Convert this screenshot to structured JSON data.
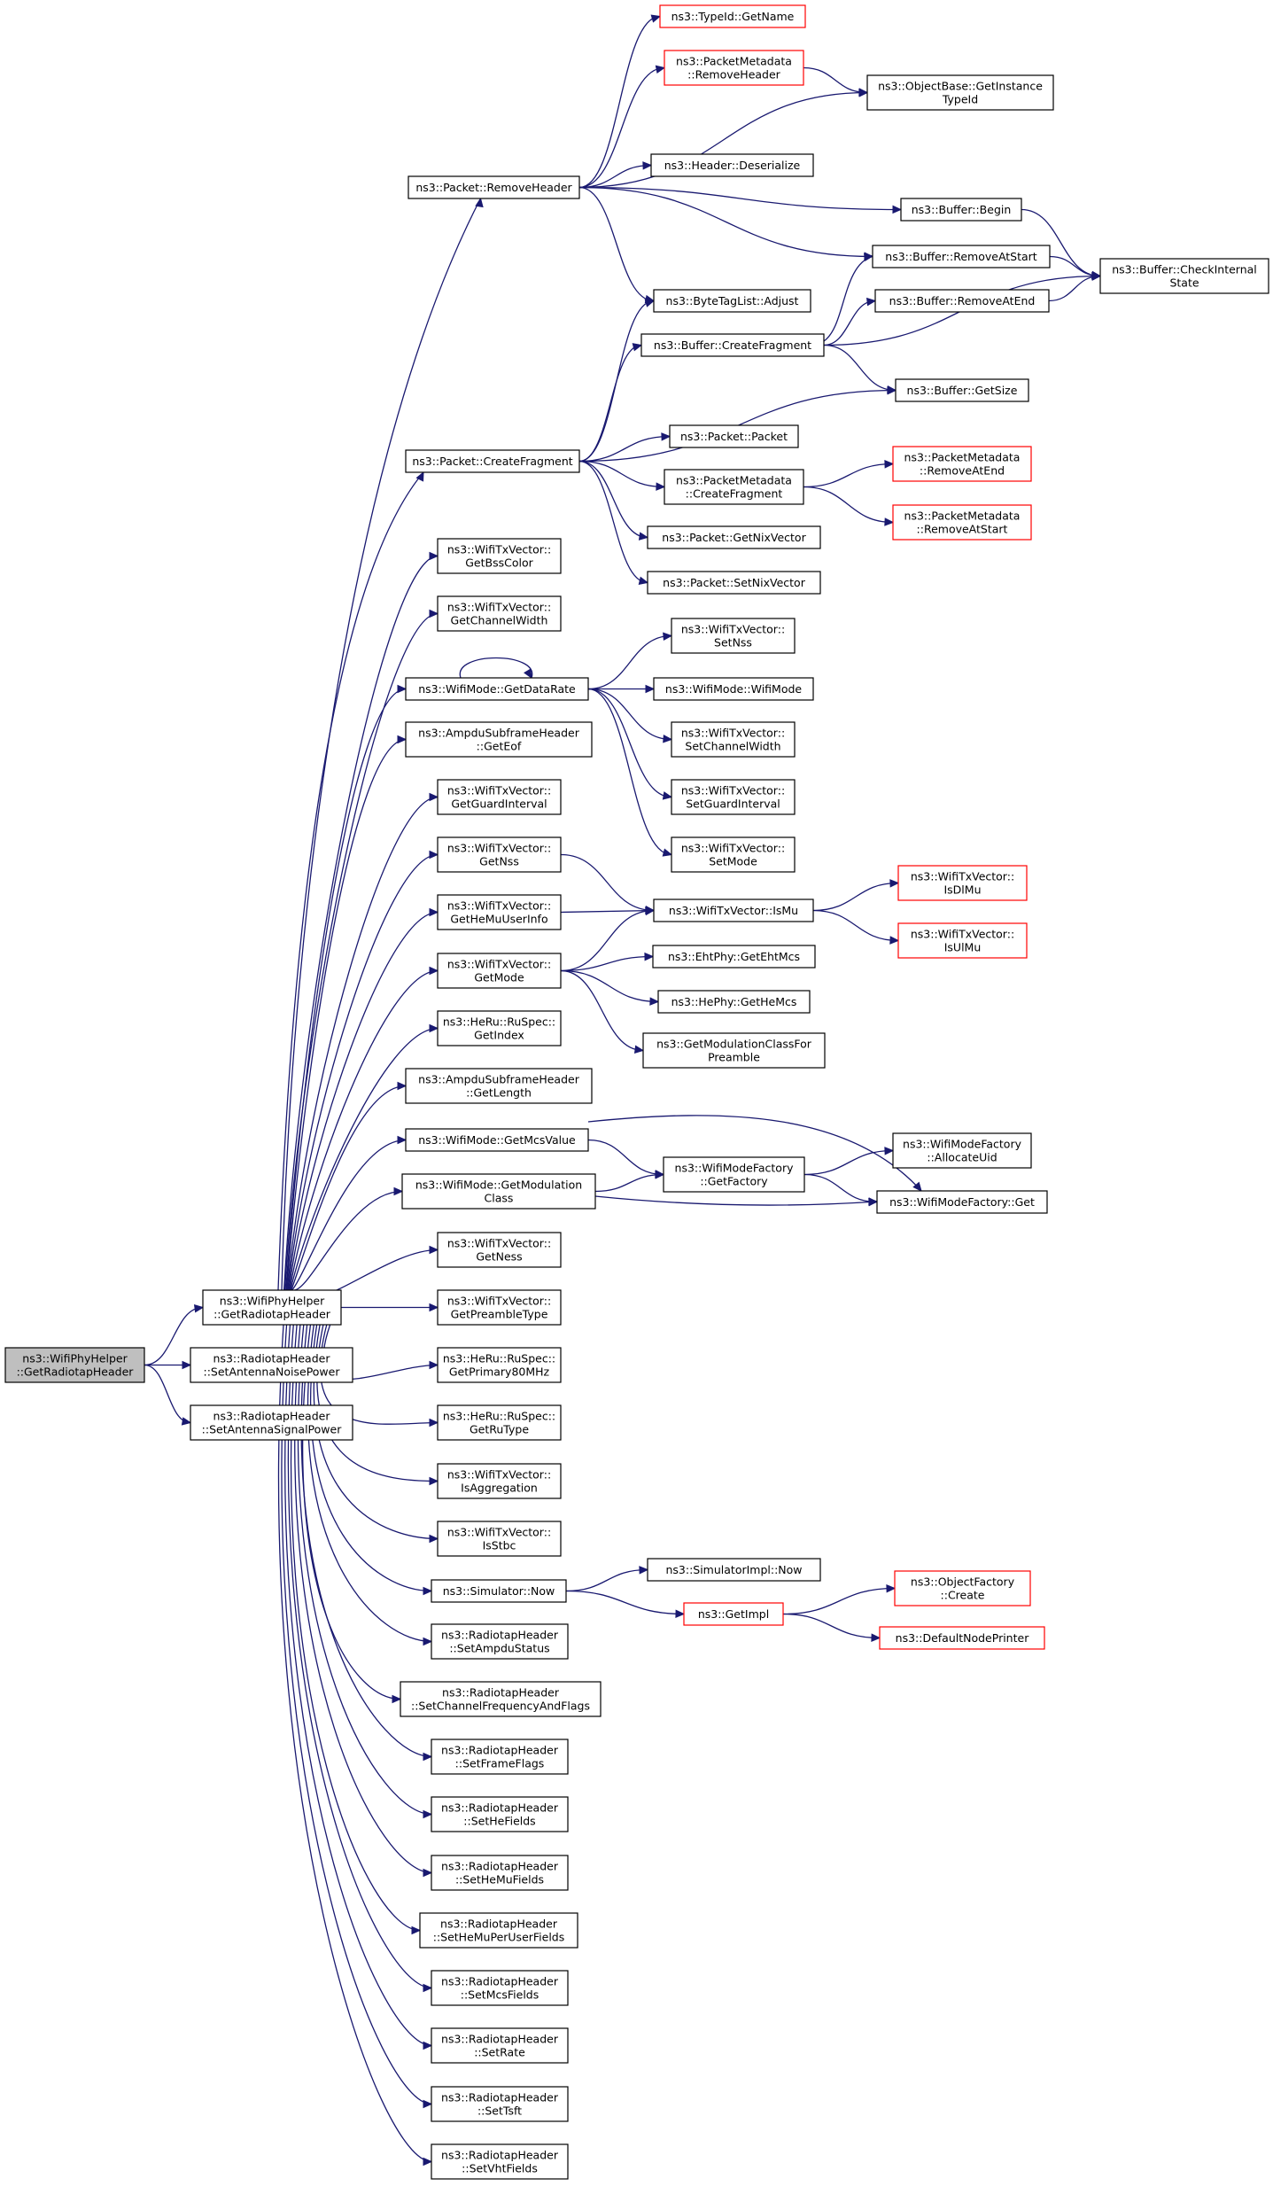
{
  "diagram": {
    "type": "call-graph",
    "colors": {
      "edge": "#191970",
      "node_border": "#000000",
      "truncated_border": "#ff0000",
      "root_fill": "#bfbfbf"
    },
    "nodes": [
      {
        "id": "root",
        "lines": [
          "ns3::WifiPhyHelper",
          "::GetRadiotapHeader"
        ],
        "style": "root"
      },
      {
        "id": "phy_grh",
        "lines": [
          "ns3::WifiPhyHelper",
          "::GetRadiotapHeader"
        ]
      },
      {
        "id": "rth_sanp",
        "lines": [
          "ns3::RadiotapHeader",
          "::SetAntennaNoisePower"
        ]
      },
      {
        "id": "rth_sasp",
        "lines": [
          "ns3::RadiotapHeader",
          "::SetAntennaSignalPower"
        ]
      },
      {
        "id": "pkt_rh",
        "lines": [
          "ns3::Packet::RemoveHeader"
        ]
      },
      {
        "id": "pkt_cf",
        "lines": [
          "ns3::Packet::CreateFragment"
        ]
      },
      {
        "id": "txv_bss",
        "lines": [
          "ns3::WifiTxVector::",
          "GetBssColor"
        ]
      },
      {
        "id": "txv_cw",
        "lines": [
          "ns3::WifiTxVector::",
          "GetChannelWidth"
        ]
      },
      {
        "id": "wm_dr",
        "lines": [
          "ns3::WifiMode::GetDataRate"
        ]
      },
      {
        "id": "ampdu_eof",
        "lines": [
          "ns3::AmpduSubframeHeader",
          "::GetEof"
        ]
      },
      {
        "id": "txv_gi",
        "lines": [
          "ns3::WifiTxVector::",
          "GetGuardInterval"
        ]
      },
      {
        "id": "txv_nss",
        "lines": [
          "ns3::WifiTxVector::",
          "GetNss"
        ]
      },
      {
        "id": "txv_hmui",
        "lines": [
          "ns3::WifiTxVector::",
          "GetHeMuUserInfo"
        ]
      },
      {
        "id": "txv_mode",
        "lines": [
          "ns3::WifiTxVector::",
          "GetMode"
        ]
      },
      {
        "id": "ru_idx",
        "lines": [
          "ns3::HeRu::RuSpec::",
          "GetIndex"
        ]
      },
      {
        "id": "ampdu_len",
        "lines": [
          "ns3::AmpduSubframeHeader",
          "::GetLength"
        ]
      },
      {
        "id": "wm_mcs",
        "lines": [
          "ns3::WifiMode::GetMcsValue"
        ]
      },
      {
        "id": "wm_mc",
        "lines": [
          "ns3::WifiMode::GetModulation",
          "Class"
        ]
      },
      {
        "id": "txv_ness",
        "lines": [
          "ns3::WifiTxVector::",
          "GetNess"
        ]
      },
      {
        "id": "txv_pt",
        "lines": [
          "ns3::WifiTxVector::",
          "GetPreambleType"
        ]
      },
      {
        "id": "ru_p80",
        "lines": [
          "ns3::HeRu::RuSpec::",
          "GetPrimary80MHz"
        ]
      },
      {
        "id": "ru_type",
        "lines": [
          "ns3::HeRu::RuSpec::",
          "GetRuType"
        ]
      },
      {
        "id": "txv_agg",
        "lines": [
          "ns3::WifiTxVector::",
          "IsAggregation"
        ]
      },
      {
        "id": "txv_stbc",
        "lines": [
          "ns3::WifiTxVector::",
          "IsStbc"
        ]
      },
      {
        "id": "sim_now",
        "lines": [
          "ns3::Simulator::Now"
        ]
      },
      {
        "id": "rth_ampdu",
        "lines": [
          "ns3::RadiotapHeader",
          "::SetAmpduStatus"
        ]
      },
      {
        "id": "rth_chan",
        "lines": [
          "ns3::RadiotapHeader",
          "::SetChannelFrequencyAndFlags"
        ]
      },
      {
        "id": "rth_ff",
        "lines": [
          "ns3::RadiotapHeader",
          "::SetFrameFlags"
        ]
      },
      {
        "id": "rth_he",
        "lines": [
          "ns3::RadiotapHeader",
          "::SetHeFields"
        ]
      },
      {
        "id": "rth_hemu",
        "lines": [
          "ns3::RadiotapHeader",
          "::SetHeMuFields"
        ]
      },
      {
        "id": "rth_hemupu",
        "lines": [
          "ns3::RadiotapHeader",
          "::SetHeMuPerUserFields"
        ]
      },
      {
        "id": "rth_mcs",
        "lines": [
          "ns3::RadiotapHeader",
          "::SetMcsFields"
        ]
      },
      {
        "id": "rth_rate",
        "lines": [
          "ns3::RadiotapHeader",
          "::SetRate"
        ]
      },
      {
        "id": "rth_tsft",
        "lines": [
          "ns3::RadiotapHeader",
          "::SetTsft"
        ]
      },
      {
        "id": "rth_vht",
        "lines": [
          "ns3::RadiotapHeader",
          "::SetVhtFields"
        ]
      },
      {
        "id": "tid_gn",
        "lines": [
          "ns3::TypeId::GetName"
        ],
        "style": "red"
      },
      {
        "id": "pm_rh",
        "lines": [
          "ns3::PacketMetadata",
          "::RemoveHeader"
        ],
        "style": "red"
      },
      {
        "id": "ob_git",
        "lines": [
          "ns3::ObjectBase::GetInstance",
          "TypeId"
        ]
      },
      {
        "id": "hdr_des",
        "lines": [
          "ns3::Header::Deserialize"
        ]
      },
      {
        "id": "buf_begin",
        "lines": [
          "ns3::Buffer::Begin"
        ]
      },
      {
        "id": "buf_ras",
        "lines": [
          "ns3::Buffer::RemoveAtStart"
        ]
      },
      {
        "id": "buf_cis",
        "lines": [
          "ns3::Buffer::CheckInternal",
          "State"
        ]
      },
      {
        "id": "btl_adj",
        "lines": [
          "ns3::ByteTagList::Adjust"
        ]
      },
      {
        "id": "buf_rae",
        "lines": [
          "ns3::Buffer::RemoveAtEnd"
        ]
      },
      {
        "id": "buf_cf",
        "lines": [
          "ns3::Buffer::CreateFragment"
        ]
      },
      {
        "id": "buf_gs",
        "lines": [
          "ns3::Buffer::GetSize"
        ]
      },
      {
        "id": "pkt_pkt",
        "lines": [
          "ns3::Packet::Packet"
        ]
      },
      {
        "id": "pm_cf",
        "lines": [
          "ns3::PacketMetadata",
          "::CreateFragment"
        ]
      },
      {
        "id": "pm_rae",
        "lines": [
          "ns3::PacketMetadata",
          "::RemoveAtEnd"
        ],
        "style": "red"
      },
      {
        "id": "pm_ras",
        "lines": [
          "ns3::PacketMetadata",
          "::RemoveAtStart"
        ],
        "style": "red"
      },
      {
        "id": "pkt_gnv",
        "lines": [
          "ns3::Packet::GetNixVector"
        ]
      },
      {
        "id": "pkt_snv",
        "lines": [
          "ns3::Packet::SetNixVector"
        ]
      },
      {
        "id": "txv_snss",
        "lines": [
          "ns3::WifiTxVector::",
          "SetNss"
        ]
      },
      {
        "id": "wm_wm",
        "lines": [
          "ns3::WifiMode::WifiMode"
        ]
      },
      {
        "id": "txv_scw",
        "lines": [
          "ns3::WifiTxVector::",
          "SetChannelWidth"
        ]
      },
      {
        "id": "txv_sgi",
        "lines": [
          "ns3::WifiTxVector::",
          "SetGuardInterval"
        ]
      },
      {
        "id": "txv_smode",
        "lines": [
          "ns3::WifiTxVector::",
          "SetMode"
        ]
      },
      {
        "id": "txv_ismu",
        "lines": [
          "ns3::WifiTxVector::IsMu"
        ]
      },
      {
        "id": "txv_isdl",
        "lines": [
          "ns3::WifiTxVector::",
          "IsDlMu"
        ],
        "style": "red"
      },
      {
        "id": "txv_isul",
        "lines": [
          "ns3::WifiTxVector::",
          "IsUlMu"
        ],
        "style": "red"
      },
      {
        "id": "eht_mcs",
        "lines": [
          "ns3::EhtPhy::GetEhtMcs"
        ]
      },
      {
        "id": "he_mcs",
        "lines": [
          "ns3::HePhy::GetHeMcs"
        ]
      },
      {
        "id": "gmcfp",
        "lines": [
          "ns3::GetModulationClassFor",
          "Preamble"
        ]
      },
      {
        "id": "wmf_gf",
        "lines": [
          "ns3::WifiModeFactory",
          "::GetFactory"
        ]
      },
      {
        "id": "wmf_au",
        "lines": [
          "ns3::WifiModeFactory",
          "::AllocateUid"
        ]
      },
      {
        "id": "wmf_get",
        "lines": [
          "ns3::WifiModeFactory::Get"
        ]
      },
      {
        "id": "simimpl_now",
        "lines": [
          "ns3::SimulatorImpl::Now"
        ]
      },
      {
        "id": "getimpl",
        "lines": [
          "ns3::GetImpl"
        ],
        "style": "red"
      },
      {
        "id": "of_create",
        "lines": [
          "ns3::ObjectFactory",
          "::Create"
        ],
        "style": "red"
      },
      {
        "id": "dnp",
        "lines": [
          "ns3::DefaultNodePrinter"
        ],
        "style": "red"
      }
    ]
  }
}
